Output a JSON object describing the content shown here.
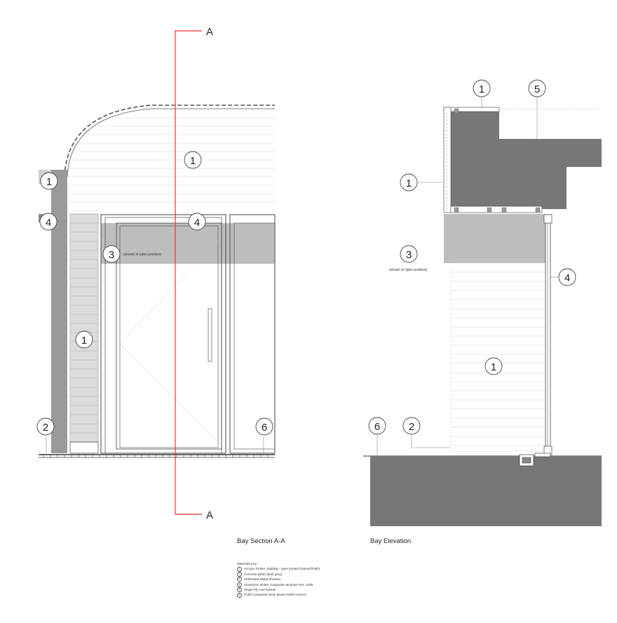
{
  "section_marks": {
    "top": "A",
    "bottom": "A"
  },
  "callouts": {
    "s_roof": "1",
    "s_left_top": "1",
    "s_left_mid": "4",
    "s_shutter_band": "4",
    "s_shutter": "3",
    "s_left_low": "1",
    "s_plinth": "2",
    "s_deck": "6",
    "e_top": "1",
    "e_roof": "5",
    "e_side": "1",
    "e_shutter": "3",
    "e_window": "4",
    "e_cladding": "1",
    "e_deck": "6",
    "e_plinth": "2"
  },
  "notes": {
    "shutter_open": "(shown in open position)"
  },
  "captions": {
    "section": "Bay Section A-A",
    "elevation": "Bay Elevation"
  },
  "materials": {
    "title": "Materials Key:",
    "items": [
      {
        "num": "1",
        "label": "Accoya Timber cladding - open jointed (natural finish)"
      },
      {
        "num": "2",
        "label": "Concrete plinth (dark grey)"
      },
      {
        "num": "3",
        "label": "Perforated Metal Shutters"
      },
      {
        "num": "4",
        "label": "Aluminium timber composite windows RAL 1035"
      },
      {
        "num": "5",
        "label": "Single Ply roof system"
      },
      {
        "num": "6",
        "label": "Profil Composite Deck Board (Silver Green)"
      }
    ]
  },
  "colors": {
    "section_line": "#e8332f",
    "dark_fill": "#777777",
    "mid_fill": "#bdbdbd",
    "light_fill": "#d9d9d9",
    "line": "#444444"
  }
}
